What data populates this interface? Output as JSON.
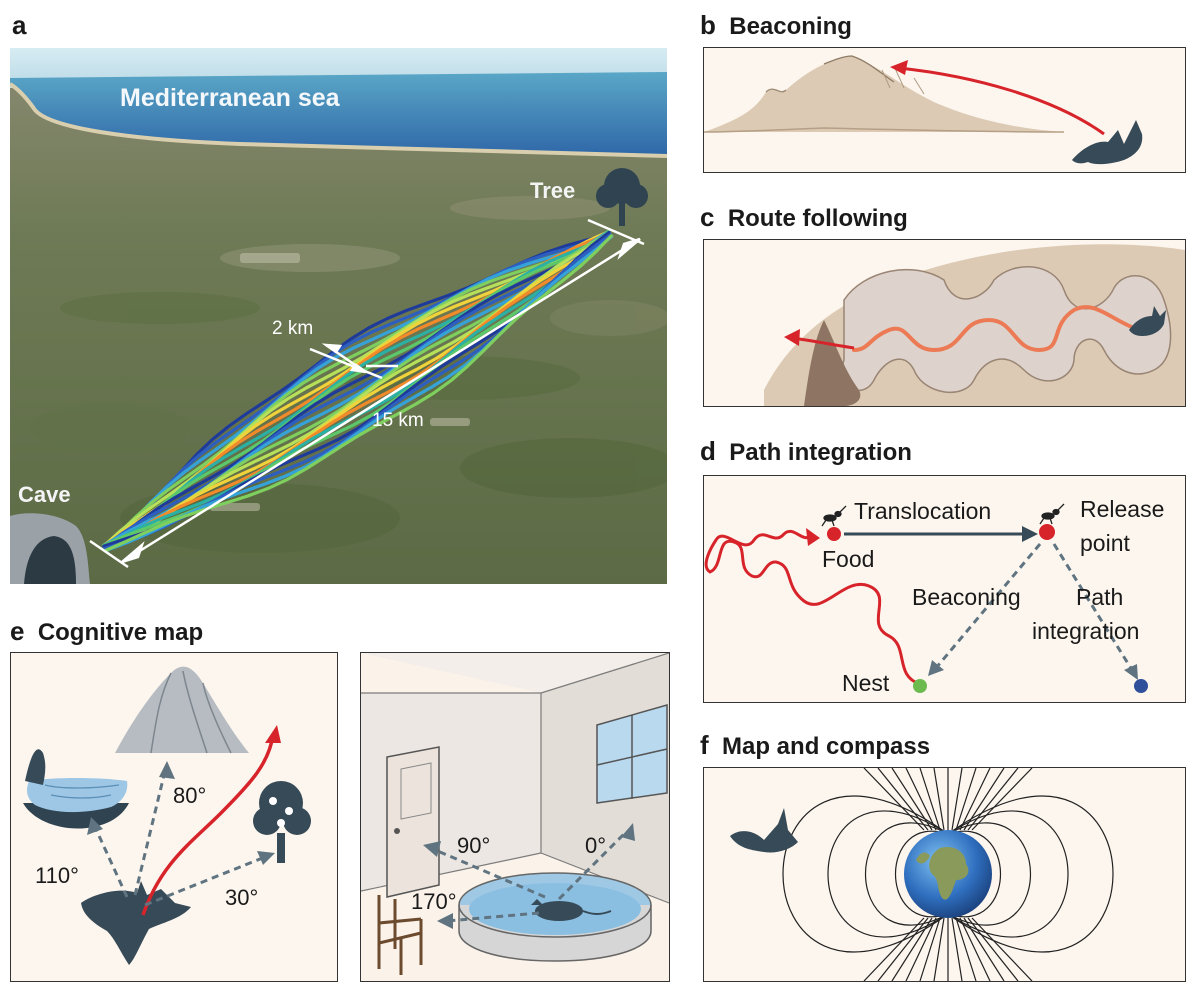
{
  "panels": {
    "a": {
      "letter": "a",
      "sea_label": "Mediterranean sea",
      "tree_label": "Tree",
      "cave_label": "Cave",
      "width_label": "2 km",
      "length_label": "15 km"
    },
    "b": {
      "letter": "b",
      "title": "Beaconing"
    },
    "c": {
      "letter": "c",
      "title": "Route following"
    },
    "d": {
      "letter": "d",
      "title": "Path integration",
      "translocation": "Translocation",
      "food": "Food",
      "release_1": "Release",
      "release_2": "point",
      "beaconing": "Beaconing",
      "path_1": "Path",
      "path_2": "integration",
      "nest": "Nest"
    },
    "e": {
      "letter": "e",
      "title": "Cognitive map",
      "angle_110": "110°",
      "angle_80": "80°",
      "angle_30": "30°",
      "angle_90": "90°",
      "angle_0": "0°",
      "angle_170": "170°"
    },
    "f": {
      "letter": "f",
      "title": "Map and compass"
    }
  },
  "colors": {
    "red": "#d7242b",
    "arrow_grey": "#5f7480",
    "dark_silhouette": "#364a57",
    "sea": "#3f7fbf",
    "panel_bg": "#fdf6ee"
  }
}
